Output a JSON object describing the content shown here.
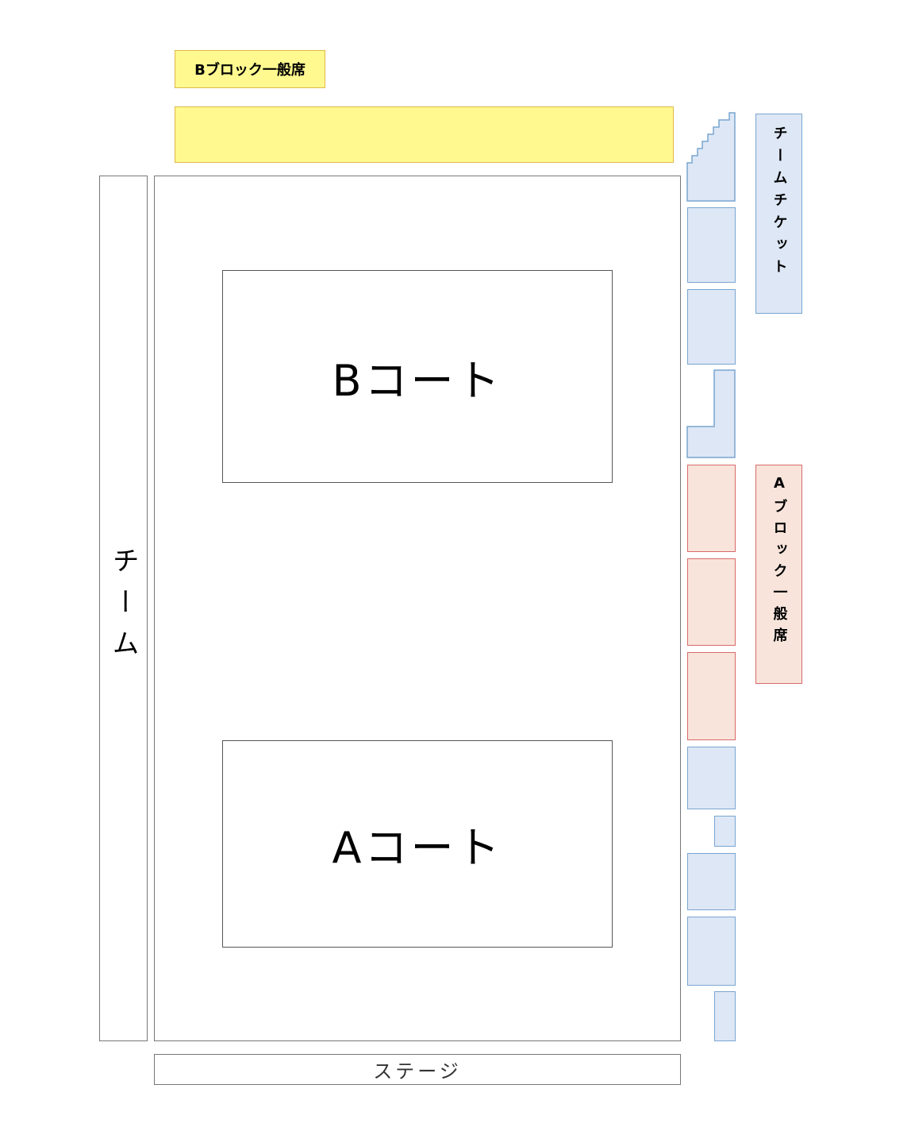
{
  "colors": {
    "yellow": "#fff98f",
    "blue": "#dde7f5",
    "pink": "#f8e4db"
  },
  "b_block_label": "Bブロック一般席",
  "team_area_label": "チーム",
  "court_b_label": "Bコート",
  "court_a_label": "Aコート",
  "stage_label": "ステージ",
  "team_ticket_label": "チームチケット",
  "a_block_label": "Aブロック一般席"
}
